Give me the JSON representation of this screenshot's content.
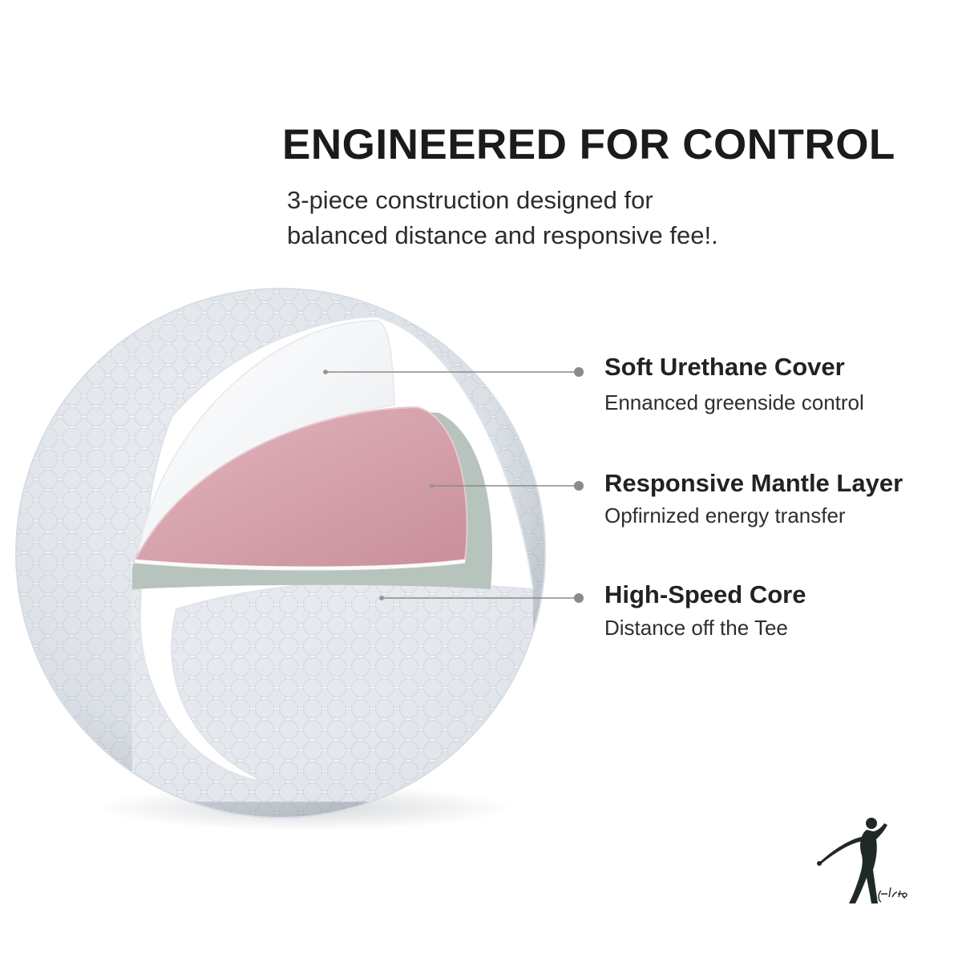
{
  "header": {
    "title": "ENGINEERED FOR CONTROL",
    "subtitle_line1": "3-piece construction designed for",
    "subtitle_line2": "balanced distance and responsive fee!."
  },
  "layers": [
    {
      "title": "Soft Urethane Cover",
      "description": "Ennanced greenside control"
    },
    {
      "title": "Responsive Mantle Layer",
      "description": "Opfirnized energy transfer"
    },
    {
      "title": "High-Speed Core",
      "description": "Distance off the Tee"
    }
  ],
  "colors": {
    "cover": "#f4f5f7",
    "mantle": "#d19ea8",
    "core_ring": "#b7c3bd",
    "leader_dot": "#8a8a8a",
    "logo": "#1f2a24"
  },
  "logo": {
    "icon": "golfer-silhouette-icon"
  }
}
